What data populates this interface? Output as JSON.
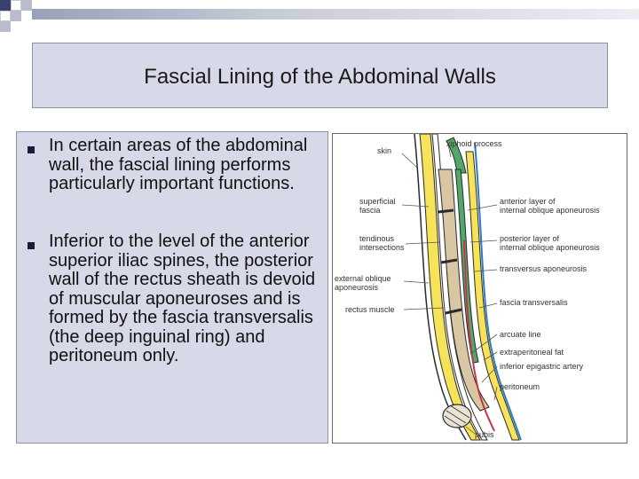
{
  "slide": {
    "title": "Fascial Lining of the Abdominal Walls",
    "bullets": [
      "In certain areas of the abdominal wall, the fascial lining performs particularly important functions.",
      "Inferior to the level of the anterior superior iliac spines, the posterior wall of the rectus sheath is devoid of muscular aponeuroses and is formed by the fascia transversalis (the deep inguinal ring) and peritoneum only."
    ]
  },
  "figure": {
    "labels": {
      "skin": "skin",
      "xiphoid": "xiphoid process",
      "superficial_fascia": [
        "superficial",
        "fascia"
      ],
      "tendinous": [
        "tendinous",
        "intersections"
      ],
      "external_oblique": [
        "external oblique",
        "aponeurosis"
      ],
      "rectus": "rectus muscle",
      "anterior_layer": [
        "anterior layer of",
        "internal oblique aponeurosis"
      ],
      "posterior_layer": [
        "posterior layer of",
        "internal oblique aponeurosis"
      ],
      "transversus": "transversus aponeurosis",
      "fascia_transversalis": "fascia transversalis",
      "arcuate": "arcuate line",
      "extraperitoneal": "extraperitoneal fat",
      "epigastric": "inferior epigastric artery",
      "peritoneum": "peritoneum",
      "pubis": "pubis"
    }
  },
  "colors": {
    "title_bg": "#d8d9e8",
    "muscle": "#f6e35a",
    "rectus": "#d9c7a3",
    "fascia_green": "#52a86a",
    "artery": "#c4374b",
    "outline": "#2a2a2a"
  }
}
